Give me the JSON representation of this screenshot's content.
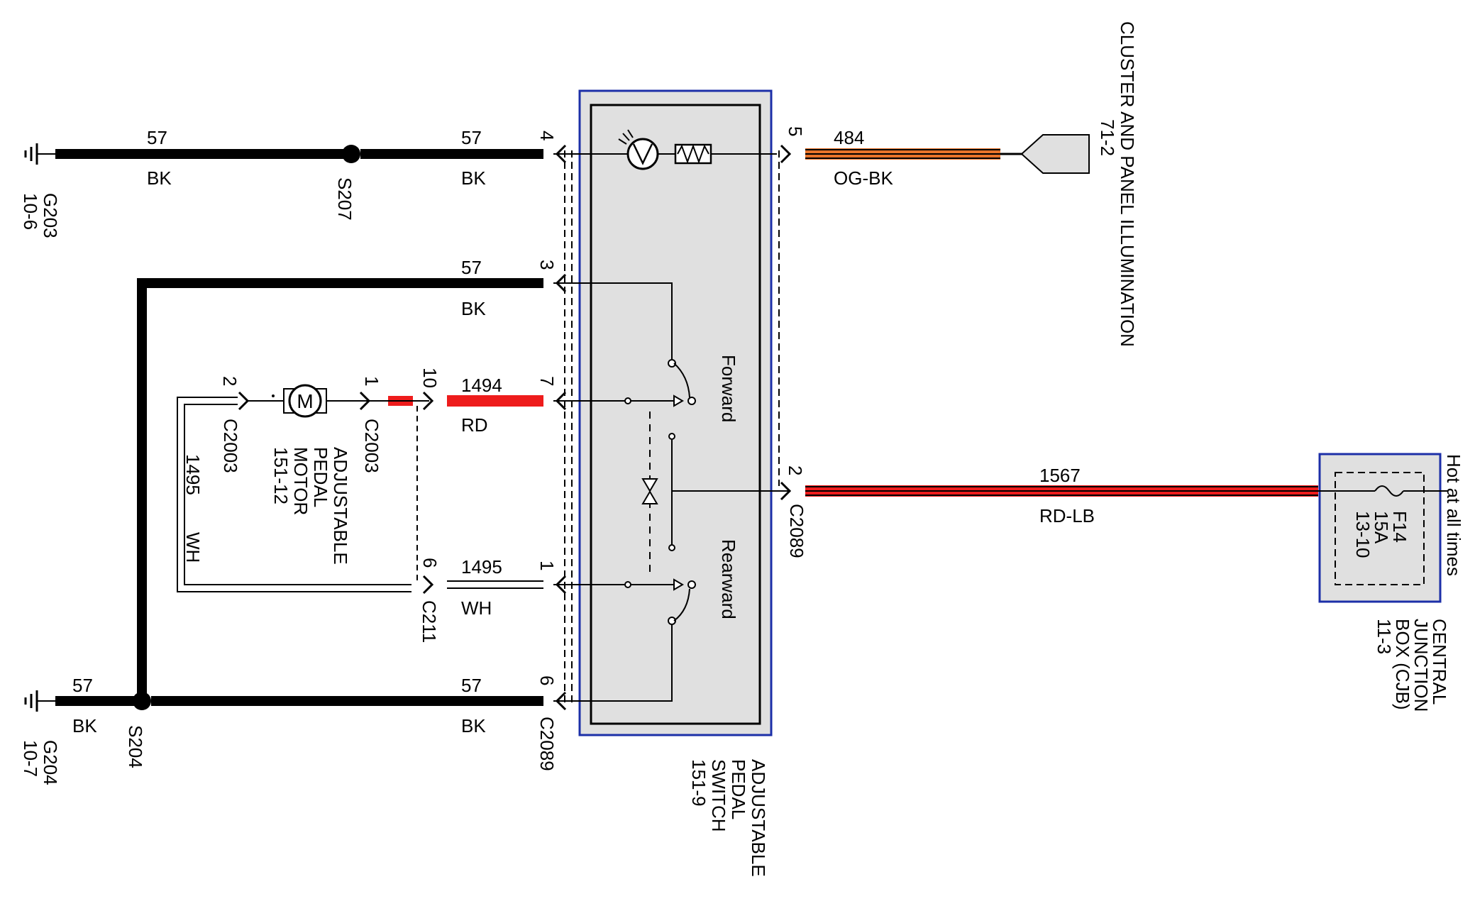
{
  "ground_top": {
    "name": "G203",
    "ref": "10-6"
  },
  "ground_bottom": {
    "name": "G204",
    "ref": "10-7"
  },
  "splices": {
    "s207": "S207",
    "s204": "S204"
  },
  "wires": {
    "top_left": {
      "circuit": "57",
      "color": "BK"
    },
    "top_mid": {
      "circuit": "57",
      "color": "BK"
    },
    "pin3": {
      "circuit": "57",
      "color": "BK"
    },
    "bottom_left": {
      "circuit": "57",
      "color": "BK"
    },
    "bottom_mid": {
      "circuit": "57",
      "color": "BK"
    },
    "red_1494": {
      "circuit": "1494",
      "color": "RD"
    },
    "white_1495": {
      "circuit": "1495",
      "color": "WH"
    },
    "white_loop": {
      "circuit": "1495",
      "color": "WH"
    },
    "illum_484": {
      "circuit": "484",
      "color": "OG-BK"
    },
    "power_1567": {
      "circuit": "1567",
      "color": "RD-LB"
    }
  },
  "pins": {
    "p4": "4",
    "p3": "3",
    "p7": "7",
    "p1": "1",
    "p6": "6",
    "p5": "5",
    "p2": "2",
    "c2003_left": "2",
    "c2003_right": "1",
    "c211_pin10": "10",
    "c211_pin6": "6"
  },
  "connectors": {
    "c2003_a": "C2003",
    "c2003_b": "C2003",
    "c211": "C211",
    "c2089_left": "C2089",
    "c2089_right": "C2089"
  },
  "motor": {
    "symbol": "M",
    "label_lines": [
      "ADJUSTABLE",
      "PEDAL",
      "MOTOR",
      "151-12"
    ]
  },
  "switch": {
    "forward": "Forward",
    "rearward": "Rearward",
    "label_lines": [
      "ADJUSTABLE",
      "PEDAL",
      "SWITCH",
      "151-9"
    ]
  },
  "cluster": {
    "label_lines": [
      "CLUSTER AND PANEL ILLUMINATION",
      "71-2"
    ]
  },
  "cjb": {
    "hot": "Hot at all times",
    "fuse_lines": [
      "F14",
      "15A",
      "13-10"
    ],
    "label_lines": [
      "CENTRAL",
      "JUNCTION",
      "BOX (CJB)",
      "11-3"
    ]
  },
  "colors": {
    "wire_black": "#000000",
    "wire_red": "#ee1c1c",
    "wire_orange": "#e8732a",
    "component_fill": "#e0e0e0",
    "frame_blue": "#1c2fa8"
  }
}
